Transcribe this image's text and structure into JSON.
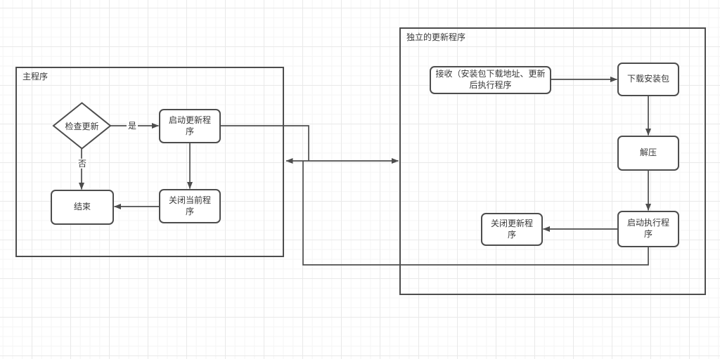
{
  "colors": {
    "stroke": "#4d4d4d",
    "text": "#383838",
    "node_fill": "#ffffff",
    "background": "#ffffff",
    "grid_minor": "#f5f5f5",
    "grid_major": "#e9e9e9"
  },
  "containers": {
    "main": {
      "title": "主程序"
    },
    "updater": {
      "title": "独立的更新程序"
    }
  },
  "nodes": {
    "check_update": {
      "label": "检查更新"
    },
    "start_updater": {
      "label": "启动更新程\n序"
    },
    "end": {
      "label": "结束"
    },
    "close_current": {
      "label": "关闭当前程\n序"
    },
    "receive": {
      "label": "接收（安装包下载地址、更新\n后执行程序"
    },
    "download": {
      "label": "下载安装包"
    },
    "unzip": {
      "label": "解压"
    },
    "launch_exec": {
      "label": "启动执行程\n序"
    },
    "close_updater": {
      "label": "关闭更新程\n序"
    }
  },
  "edge_labels": {
    "yes": "是",
    "no": "否"
  }
}
